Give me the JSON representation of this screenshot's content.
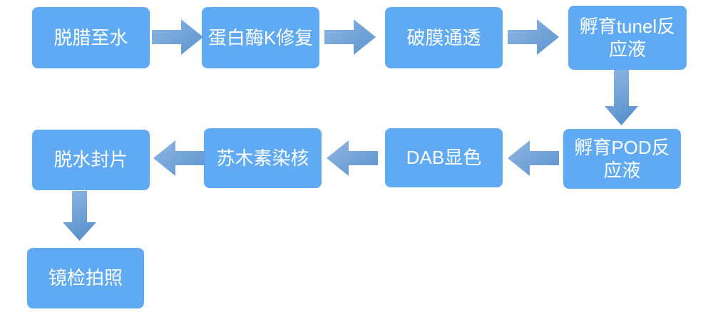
{
  "colors": {
    "node_fill": "#60AAF4",
    "node_text": "#FFFFFF",
    "arrow_light": "#8FB7E3",
    "arrow_dark": "#5B93CE",
    "background": "#FFFFFF"
  },
  "flowchart": {
    "nodes": [
      {
        "id": "dewax",
        "label": "脱腊至水"
      },
      {
        "id": "proteinase-k",
        "label": "蛋白酶K修复"
      },
      {
        "id": "permeabilization",
        "label": "破膜通透"
      },
      {
        "id": "tunel-incubation",
        "label": "孵育tunel反应液"
      },
      {
        "id": "pod-incubation",
        "label": "孵育POD反应液"
      },
      {
        "id": "dab-development",
        "label": "DAB显色"
      },
      {
        "id": "hematoxylin",
        "label": "苏木素染核"
      },
      {
        "id": "dehydrate-mount",
        "label": "脱水封片"
      },
      {
        "id": "microscopy-photo",
        "label": "镜检拍照"
      }
    ],
    "connections": [
      {
        "from": "dewax",
        "to": "proteinase-k",
        "direction": "right"
      },
      {
        "from": "proteinase-k",
        "to": "permeabilization",
        "direction": "right"
      },
      {
        "from": "permeabilization",
        "to": "tunel-incubation",
        "direction": "right"
      },
      {
        "from": "tunel-incubation",
        "to": "pod-incubation",
        "direction": "down"
      },
      {
        "from": "pod-incubation",
        "to": "dab-development",
        "direction": "left"
      },
      {
        "from": "dab-development",
        "to": "hematoxylin",
        "direction": "left"
      },
      {
        "from": "hematoxylin",
        "to": "dehydrate-mount",
        "direction": "left"
      },
      {
        "from": "dehydrate-mount",
        "to": "microscopy-photo",
        "direction": "down"
      }
    ]
  }
}
